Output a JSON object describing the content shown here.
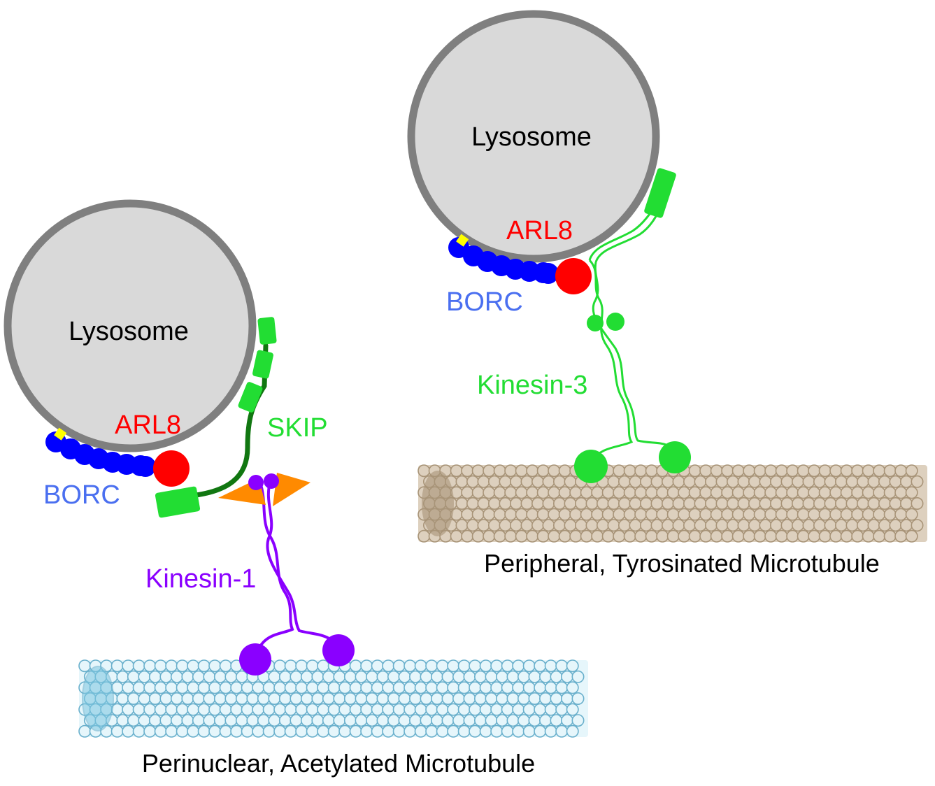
{
  "colors": {
    "membrane": "#7f7f7f",
    "lumen": "#d9d9d9",
    "borc": "#0000ff",
    "borc_label": "#4a6ff0",
    "borc_tag": "#ffff00",
    "arl8": "#ff0000",
    "skip": "#22dd33",
    "skip_linker": "#117711",
    "kinesin1": "#8a00ff",
    "kinesin1_light_chain": "#ff8a00",
    "kinesin3": "#22dd33",
    "acetylated_mt_fill": "#e6f6fb",
    "acetylated_mt_stroke": "#6ab0cc",
    "acetylated_mt_core": "#7cc6e0",
    "tyrosinated_mt_fill": "#ddd0be",
    "tyrosinated_mt_stroke": "#a89478",
    "tyrosinated_mt_core": "#a89478",
    "text": "#000000"
  },
  "left_panel": {
    "lysosome_label": "Lysosome",
    "arl8_label": "ARL8",
    "borc_label": "BORC",
    "adaptor_label": "SKIP",
    "motor_label": "Kinesin-1",
    "track_label": "Perinuclear, Acetylated Microtubule"
  },
  "right_panel": {
    "lysosome_label": "Lysosome",
    "arl8_label": "ARL8",
    "borc_label": "BORC",
    "motor_label": "Kinesin-3",
    "track_label": "Peripheral, Tyrosinated Microtubule"
  }
}
